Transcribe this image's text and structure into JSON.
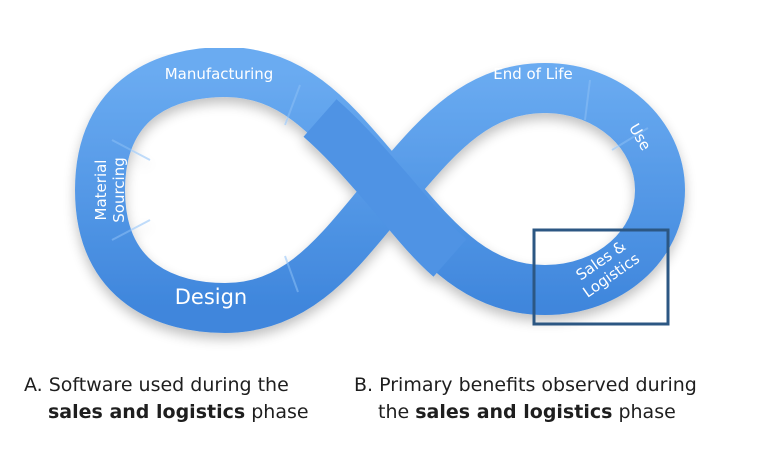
{
  "diagram": {
    "stages": {
      "manufacturing": "Manufacturing",
      "material_sourcing_line1": "Material",
      "material_sourcing_line2": "Sourcing",
      "design": "Design",
      "end_of_life": "End of Life",
      "use": "Use",
      "sales_logistics_line1": "Sales &",
      "sales_logistics_line2": "Logistics"
    },
    "colors": {
      "ribbon": "#4a93e6",
      "ribbon_light": "#72b0f3",
      "ribbon_dark": "#3276cc",
      "highlight_box": "#2c5783"
    }
  },
  "captions": {
    "a": {
      "marker": "A.",
      "line1": "Software used during the",
      "bold": "sales and logistics",
      "suffix": "phase"
    },
    "b": {
      "marker": "B.",
      "line1": "Primary benefits observed during",
      "prefix": "the",
      "bold": "sales and logistics",
      "suffix": "phase"
    }
  }
}
